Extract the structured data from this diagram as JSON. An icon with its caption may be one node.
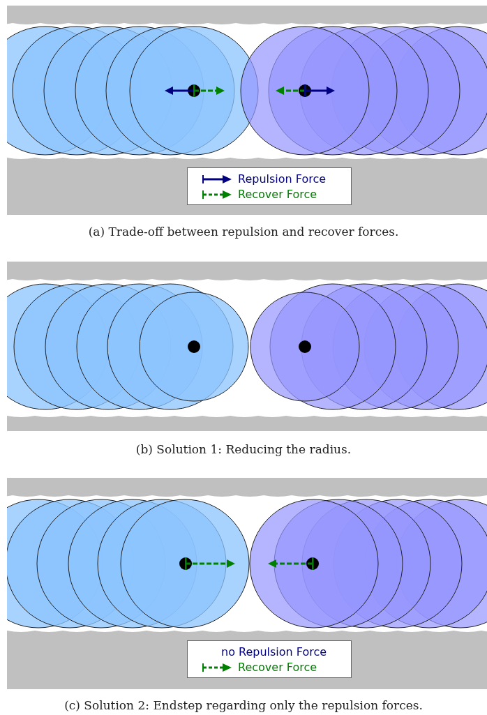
{
  "diagram": {
    "labels": [
      "(a)  Trade-off between repulsion and recover forces.",
      "(b)  Solution 1: Reducing the radius.",
      "no Repulsion Force",
      "(c)  Solution 2: Endstep regarding only the repulsion forces."
    ],
    "legend": [
      {
        "text": "Repulsion Force"
      },
      {
        "text": "Recover Force"
      },
      {
        "text": "Recover Force"
      }
    ]
  }
}
